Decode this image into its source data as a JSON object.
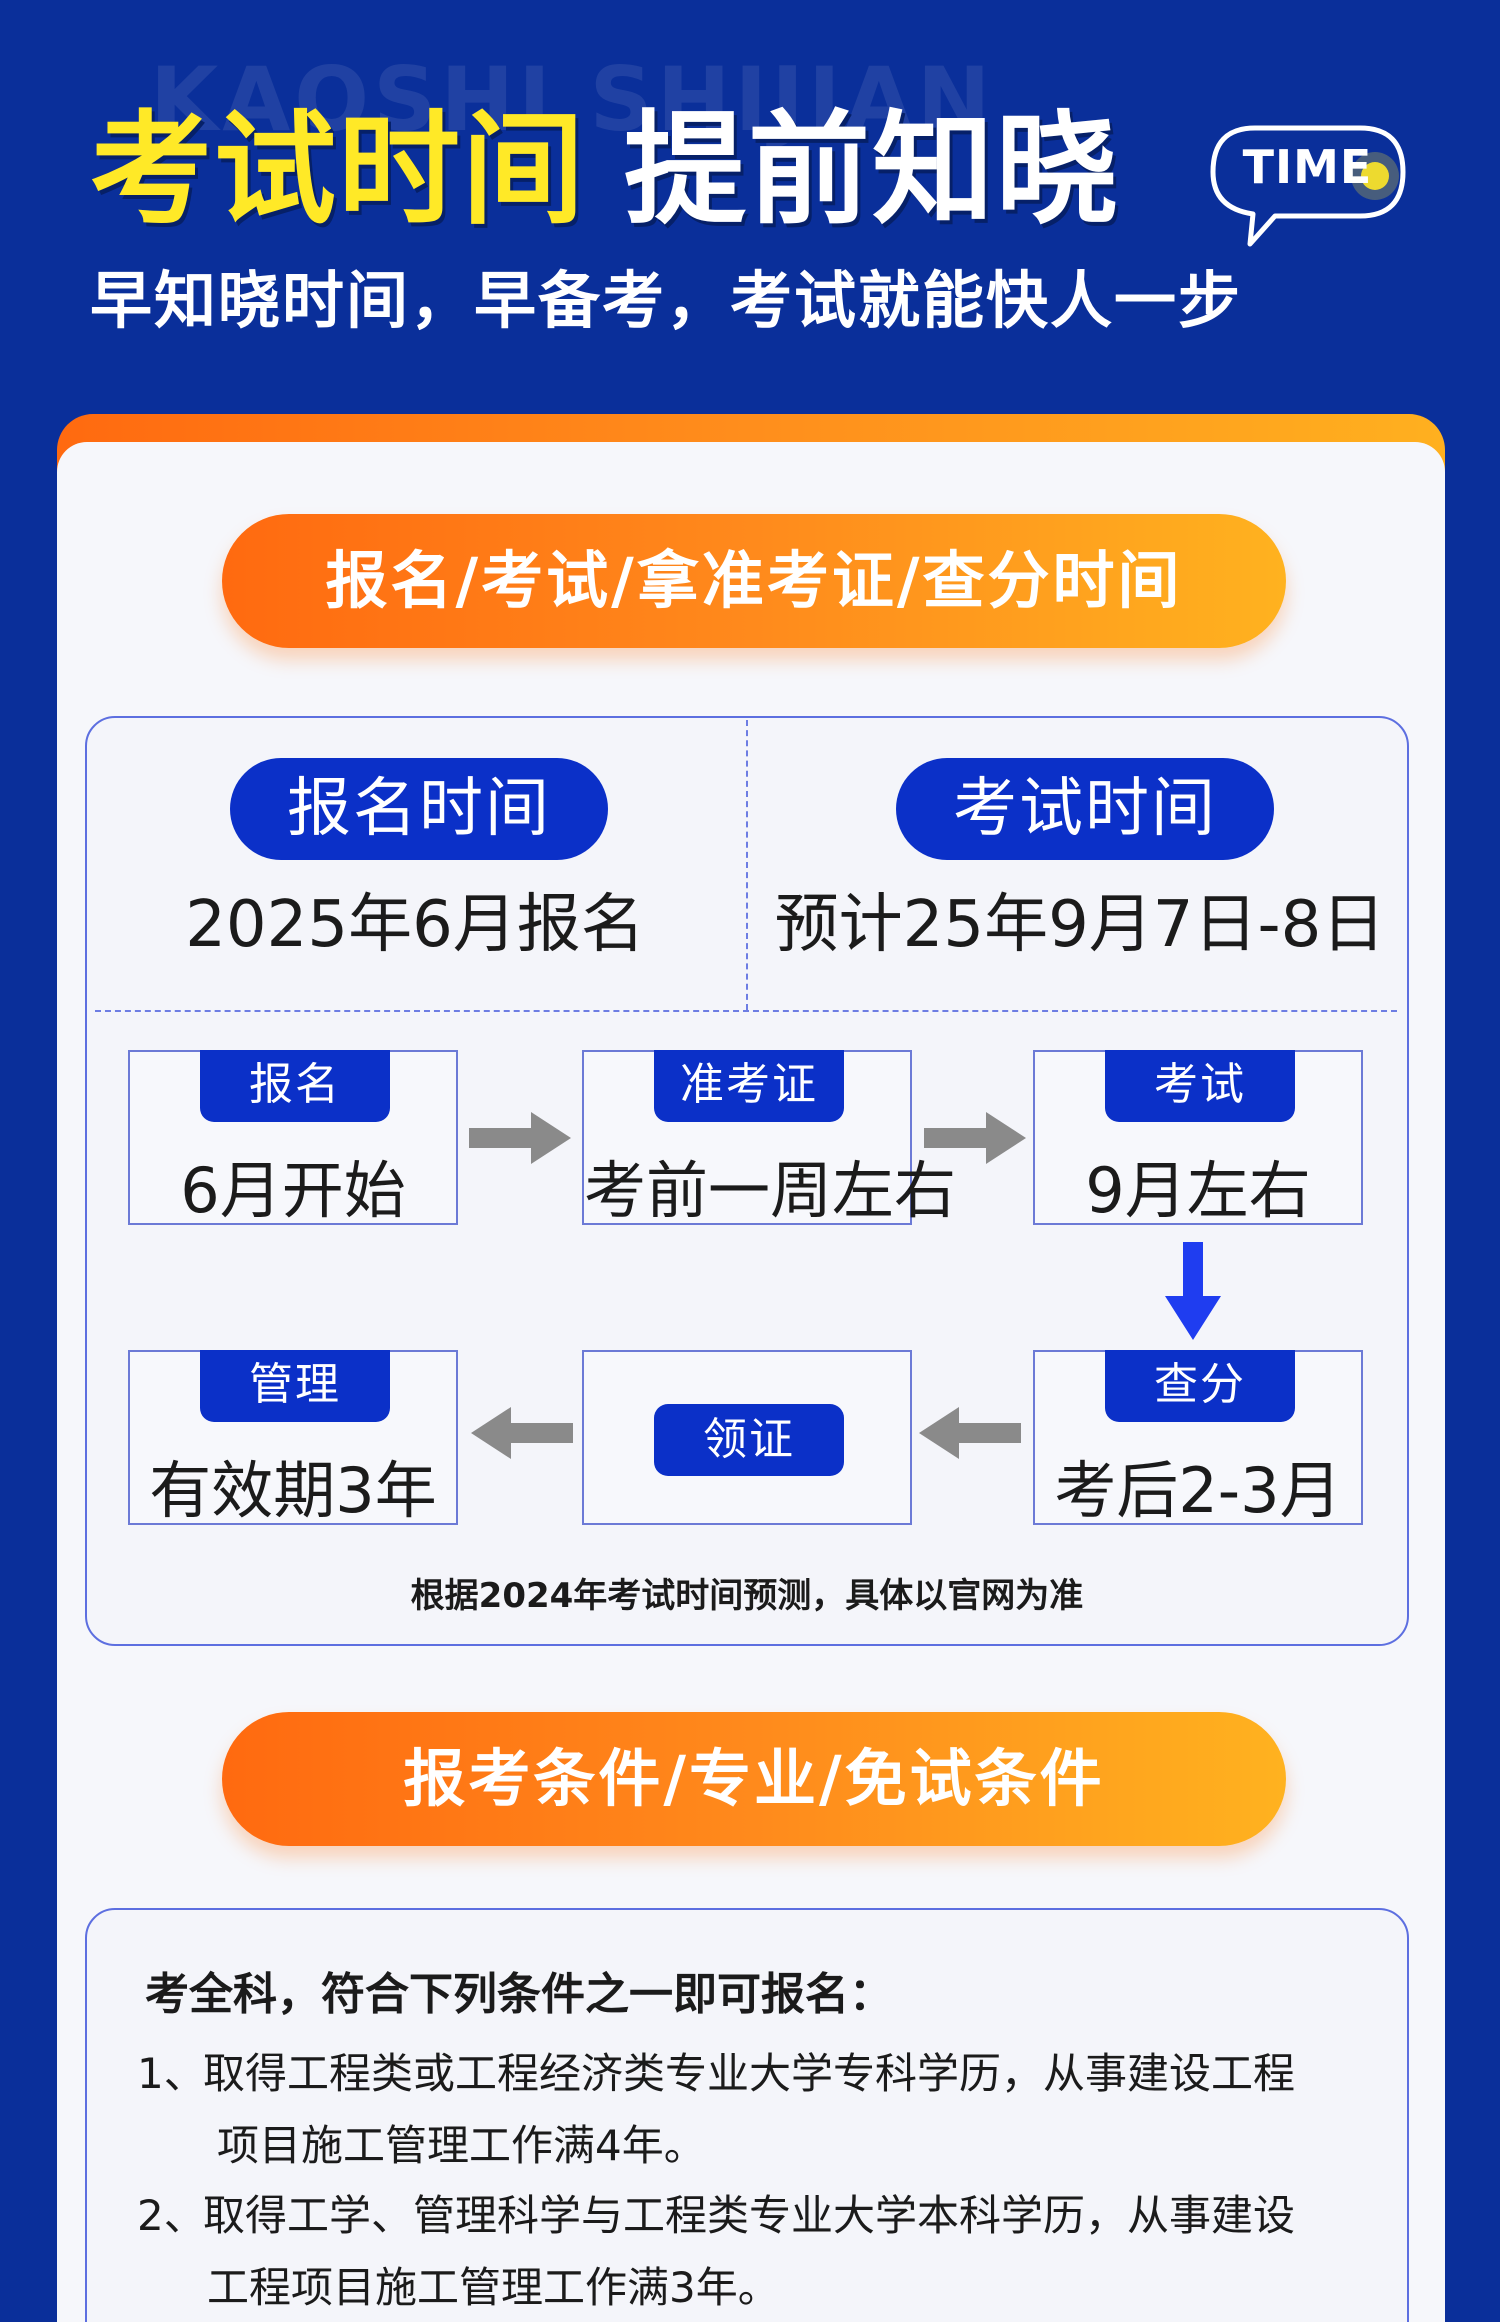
{
  "header": {
    "watermark": "KAOSHI SHIJIAN",
    "title_highlight": "考试时间",
    "title_main": "提前知晓",
    "time_badge": "TIME",
    "subtitle": "早知晓时间，早备考，考试就能快人一步"
  },
  "section_schedule": {
    "title": "报名/考试/拿准考证/查分时间",
    "registration": {
      "label": "报名时间",
      "value": "2025年6月报名"
    },
    "exam": {
      "label": "考试时间",
      "value": "预计25年9月7日-8日"
    },
    "steps": [
      {
        "label": "报名",
        "value": "6月开始"
      },
      {
        "label": "准考证",
        "value": "考前一周左右"
      },
      {
        "label": "考试",
        "value": "9月左右"
      },
      {
        "label": "查分",
        "value": "考后2-3月"
      },
      {
        "label": "领证",
        "value": ""
      },
      {
        "label": "管理",
        "value": "有效期3年"
      }
    ],
    "note": "根据2024年考试时间预测，具体以官网为准"
  },
  "section_conditions": {
    "title": "报考条件/专业/免试条件",
    "heading": "考全科，符合下列条件之一即可报名：",
    "items": [
      {
        "num": "1、",
        "line1": "取得工程类或工程经济类专业大学专科学历，从事建设工程",
        "line2": "项目施工管理工作满4年。"
      },
      {
        "num": "2、",
        "line1": "取得工学、管理科学与工程类专业大学本科学历，从事建设",
        "line2": "工程项目施工管理工作满3年。"
      }
    ]
  },
  "colors": {
    "background": "#0a2f9a",
    "accent_blue": "#0b30c8",
    "title_yellow": "#ffe927",
    "orange_start": "#ff6a10",
    "orange_end": "#ffb21f",
    "arrow_gray": "#8a8a8a",
    "arrow_blue": "#1f3df0"
  },
  "icons": {
    "time_bubble": "speech-bubble-icon",
    "flow_arrows": [
      "arrow-right-icon",
      "arrow-right-icon",
      "arrow-down-icon",
      "arrow-left-icon",
      "arrow-left-icon"
    ]
  }
}
